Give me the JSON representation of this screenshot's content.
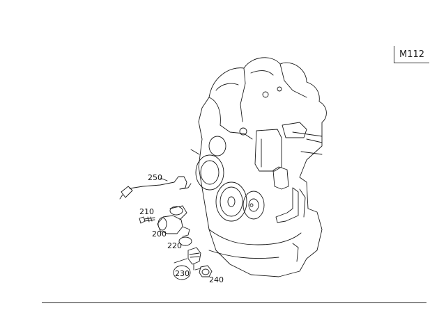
{
  "model_label": "M112",
  "callouts": {
    "c250": "250",
    "c210": "210",
    "c200": "200",
    "c220": "220",
    "c230": "230",
    "c240": "240"
  },
  "colors": {
    "line": "#1a1a1a",
    "background": "#ffffff"
  }
}
